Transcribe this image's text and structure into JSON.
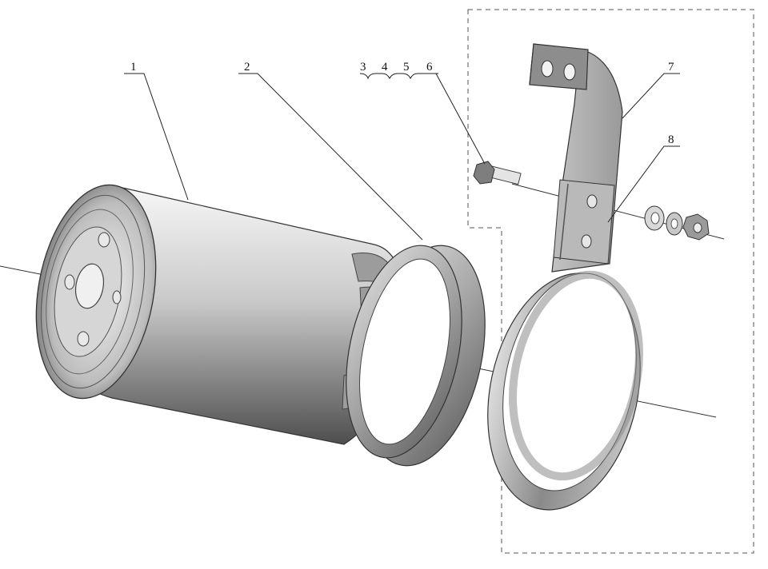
{
  "diagram": {
    "callouts": {
      "c1": "1",
      "c2": "2",
      "c3": "3",
      "c4": "4",
      "c5": "5",
      "c6": "6",
      "c7": "7",
      "c8": "8"
    },
    "parts": [
      "oil-filter-cartridge",
      "filter-wrench-band",
      "bolt",
      "washer",
      "spring-washer",
      "nut",
      "mounting-bracket",
      "clamp-band"
    ],
    "colors": {
      "line": "#222222",
      "metal_light": "#f4f4f4",
      "metal_dark": "#5a5a5a",
      "background": "#ffffff"
    }
  }
}
